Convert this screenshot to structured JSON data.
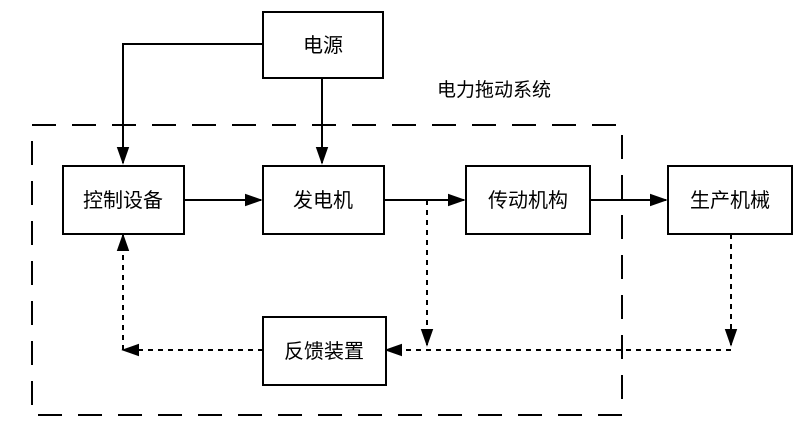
{
  "diagram": {
    "system_label": "电力拖动系统",
    "nodes": {
      "power": "电源",
      "controller": "控制设备",
      "generator": "发电机",
      "transmission": "传动机构",
      "machinery": "生产机械",
      "feedback": "反馈装置"
    },
    "edges": [
      {
        "from": "power",
        "to": "controller",
        "style": "solid"
      },
      {
        "from": "power",
        "to": "generator",
        "style": "solid"
      },
      {
        "from": "controller",
        "to": "generator",
        "style": "solid"
      },
      {
        "from": "generator",
        "to": "transmission",
        "style": "solid"
      },
      {
        "from": "transmission",
        "to": "machinery",
        "style": "solid"
      },
      {
        "from": "generator",
        "to": "feedback",
        "style": "dashed"
      },
      {
        "from": "machinery",
        "to": "feedback",
        "style": "dashed"
      },
      {
        "from": "feedback",
        "to": "controller",
        "style": "dashed"
      }
    ],
    "colors": {
      "stroke": "#000000",
      "background": "#ffffff"
    }
  }
}
